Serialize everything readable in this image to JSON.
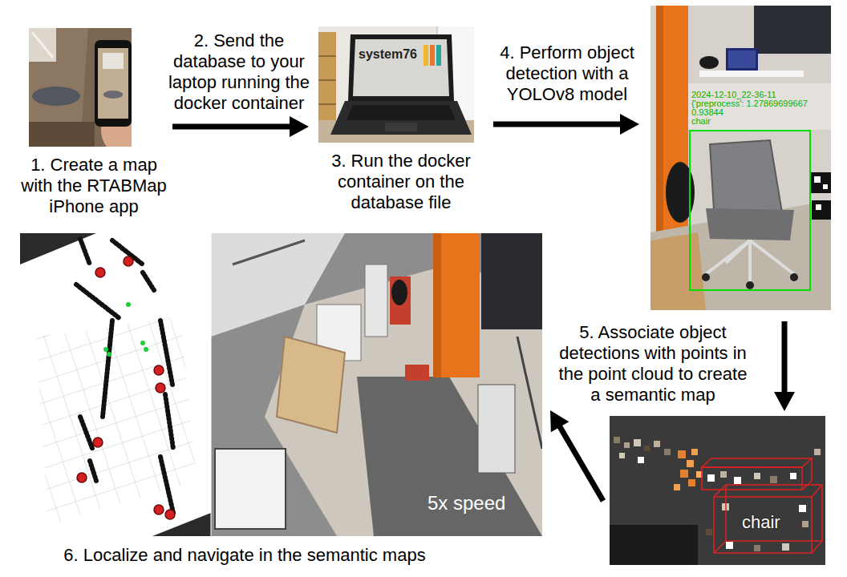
{
  "diagram": {
    "nodes": [
      {
        "text": [
          "1. Create a map with the RTABMap iPhone app"
        ]
      },
      {
        "text": [
          "system76",
          "3. Run the docker container on the database file"
        ]
      },
      {
        "text": [
          "2024-12-10_22-36-11",
          "{'preprocess': 1.27869699667",
          "0.93844",
          "chair"
        ]
      },
      {
        "text": [
          "chair"
        ]
      },
      {
        "text": [
          "5x speed",
          "6. Localize and navigate in the semantic maps"
        ]
      }
    ],
    "edges": [
      {
        "from": 0,
        "to": 1,
        "arrow": "to",
        "label": "2. Send the database to your laptop running the docker container"
      },
      {
        "from": 1,
        "to": 2,
        "arrow": "to",
        "label": "4. Perform object detection with a YOLOv8 model"
      },
      {
        "from": 2,
        "to": 3,
        "arrow": "to",
        "label": "5. Associate object detections with points in the point cloud to create a semantic map"
      },
      {
        "from": 3,
        "to": 4,
        "arrow": "to"
      }
    ]
  }
}
